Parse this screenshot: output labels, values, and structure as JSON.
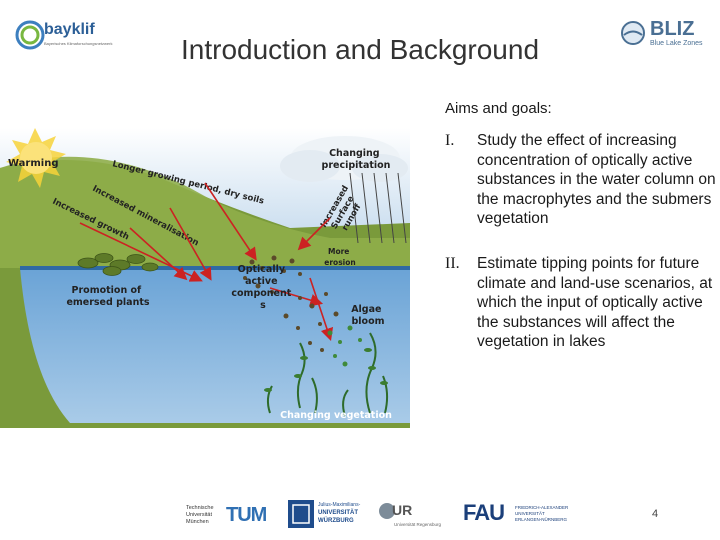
{
  "slide": {
    "title": "Introduction and Background",
    "page_number": "4"
  },
  "aims": {
    "heading": "Aims and goals:",
    "items": [
      {
        "num": "I.",
        "text": "Study the effect of increasing concentration of optically active substances in the water column on the macrophytes and the submers vegetation"
      },
      {
        "num": "II.",
        "text": "Estimate tipping points for future climate and land-use scenarios, at which the input of optically active the substances will affect the vegetation in lakes"
      }
    ]
  },
  "diagram": {
    "warming": "Warming",
    "changing_precipitation": [
      "Changing",
      "precipitation"
    ],
    "longer_growing": "Longer growing period, dry soils",
    "increased_mineralisation": "Increased mineralisation",
    "increased_growth": "Increased growth",
    "increased_surface": [
      "Increased",
      "Surface",
      "runoff"
    ],
    "more_erosion": [
      "More",
      "erosion"
    ],
    "optically_active": [
      "Optically",
      "active",
      "component",
      "s"
    ],
    "promotion": [
      "Promotion of",
      "emersed plants"
    ],
    "algae_bloom": [
      "Algae",
      "bloom"
    ],
    "changing_vegetation": "Changing vegetation"
  },
  "logos": {
    "bayklif_name": "bayklif",
    "bayklif_tagline": "Bayerisches Klimaforschungsnetzwerk",
    "bliz_name": "BLIZ",
    "bliz_tagline": "Blue Lake Zones",
    "tum_lines": [
      "Technische",
      "Universität",
      "München"
    ],
    "tum_mark": "TUM",
    "wuerzburg_lines": [
      "Julius-Maximilians-",
      "UNIVERSITÄT",
      "WÜRZBURG"
    ],
    "ur_mark": "UR",
    "ur_line": "Universität Regensburg",
    "fau_mark": "FAU",
    "fau_lines": [
      "FRIEDRICH-ALEXANDER",
      "UNIVERSITÄT",
      "ERLANGEN-NÜRNBERG"
    ]
  },
  "colors": {
    "sky": "#b9d3ea",
    "land": "#7a9a3b",
    "water": "#3a78b7",
    "water_light": "#a9cbe8",
    "arrow": "#cc2222",
    "sun": "#f7d23a"
  }
}
